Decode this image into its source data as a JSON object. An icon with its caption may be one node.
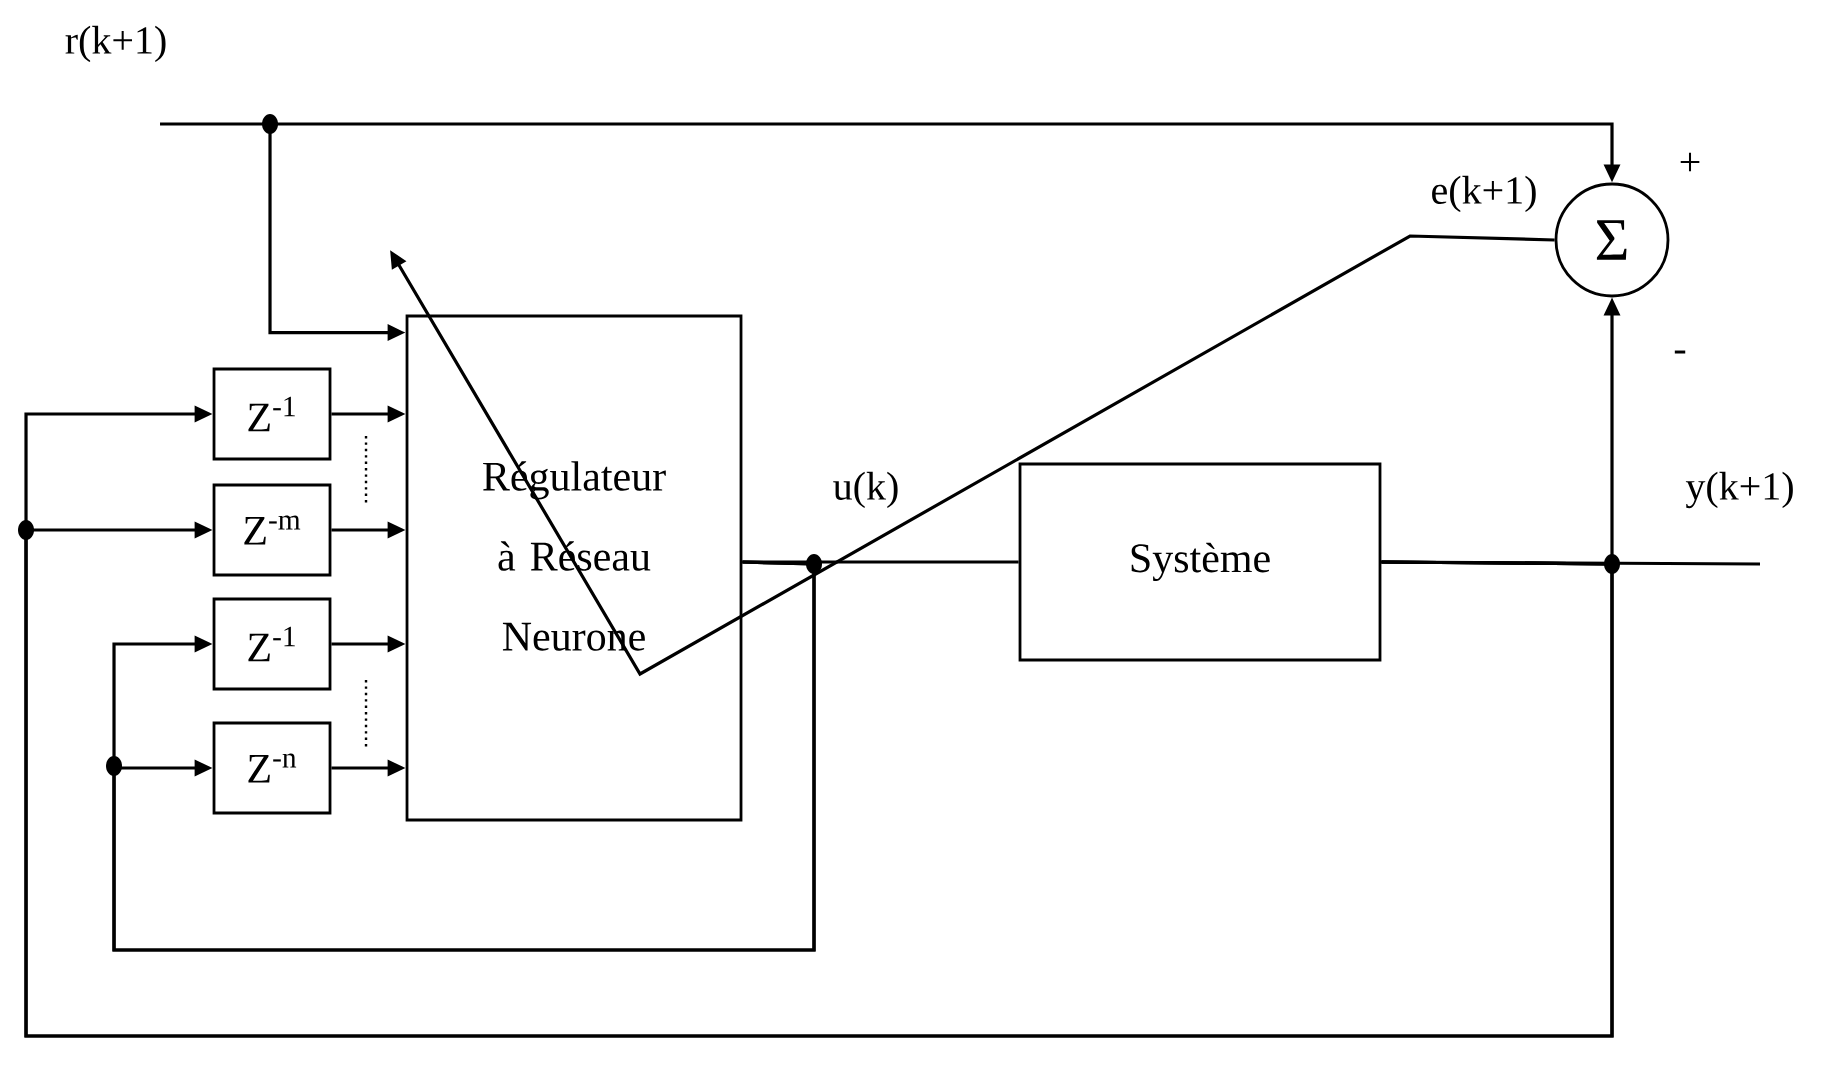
{
  "diagram": {
    "nodes": [
      {
        "text": [
          "Régulateur à Réseau Neurone"
        ]
      },
      {
        "text": [
          "Z$^{-1}$"
        ]
      },
      {
        "text": [
          "Z$^{-m}$"
        ]
      },
      {
        "text": [
          "Z$^{-1}$"
        ]
      },
      {
        "text": [
          "Z$^{-n}$"
        ]
      },
      {
        "text": [
          "Système"
        ]
      },
      {
        "text": [
          "Σ"
        ]
      }
    ],
    "edges": [
      {
        "from": null,
        "to": 6,
        "arrow": "to"
      },
      {
        "from": null,
        "to": 0,
        "arrow": "to"
      },
      {
        "from": 1,
        "to": 0,
        "arrow": "to"
      },
      {
        "from": 2,
        "to": 0,
        "arrow": "to"
      },
      {
        "from": 3,
        "to": 0,
        "arrow": "to"
      },
      {
        "from": 4,
        "to": 0,
        "arrow": "to"
      },
      {
        "from": 0,
        "to": 5,
        "arrow": "none"
      },
      {
        "from": 0,
        "to": 3,
        "arrow": "to"
      },
      {
        "from": 0,
        "to": 4,
        "arrow": "to"
      },
      {
        "from": 5,
        "to": null,
        "arrow": "none"
      },
      {
        "from": 5,
        "to": 6,
        "arrow": "to"
      },
      {
        "from": 5,
        "to": 1,
        "arrow": "to"
      },
      {
        "from": 5,
        "to": 2,
        "arrow": "to"
      },
      {
        "from": 6,
        "to": 0,
        "arrow": "to",
        "label": "e(k+1)"
      }
    ],
    "labels": [
      "r(k+1)",
      "+",
      "-",
      "u(k)",
      "y(k+1)"
    ]
  }
}
